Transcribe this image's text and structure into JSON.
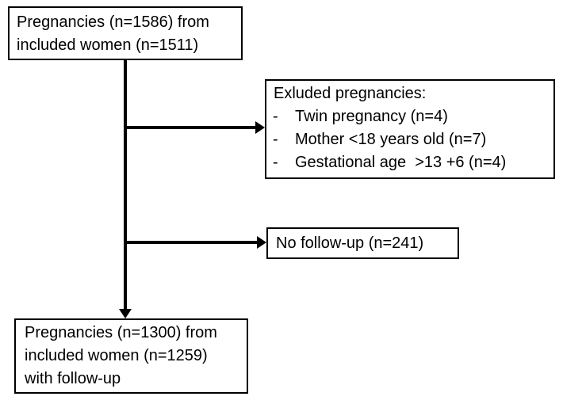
{
  "diagram": {
    "type": "flowchart",
    "background_color": "#ffffff",
    "line_color": "#000000",
    "top_box": {
      "lines": [
        "Pregnancies (n=1586) from",
        "included women (n=1511)"
      ]
    },
    "excluded_box": {
      "title": "Exluded pregnancies:",
      "bullet": "-",
      "items": [
        "Twin pregnancy (n=4)",
        "Mother <18 years old (n=7)",
        "Gestational age  >13 +6 (n=4)"
      ]
    },
    "no_followup_box": {
      "text": "No follow-up (n=241)"
    },
    "bottom_box": {
      "lines": [
        "Pregnancies (n=1300) from",
        "included women (n=1259)",
        "with follow-up"
      ]
    }
  }
}
